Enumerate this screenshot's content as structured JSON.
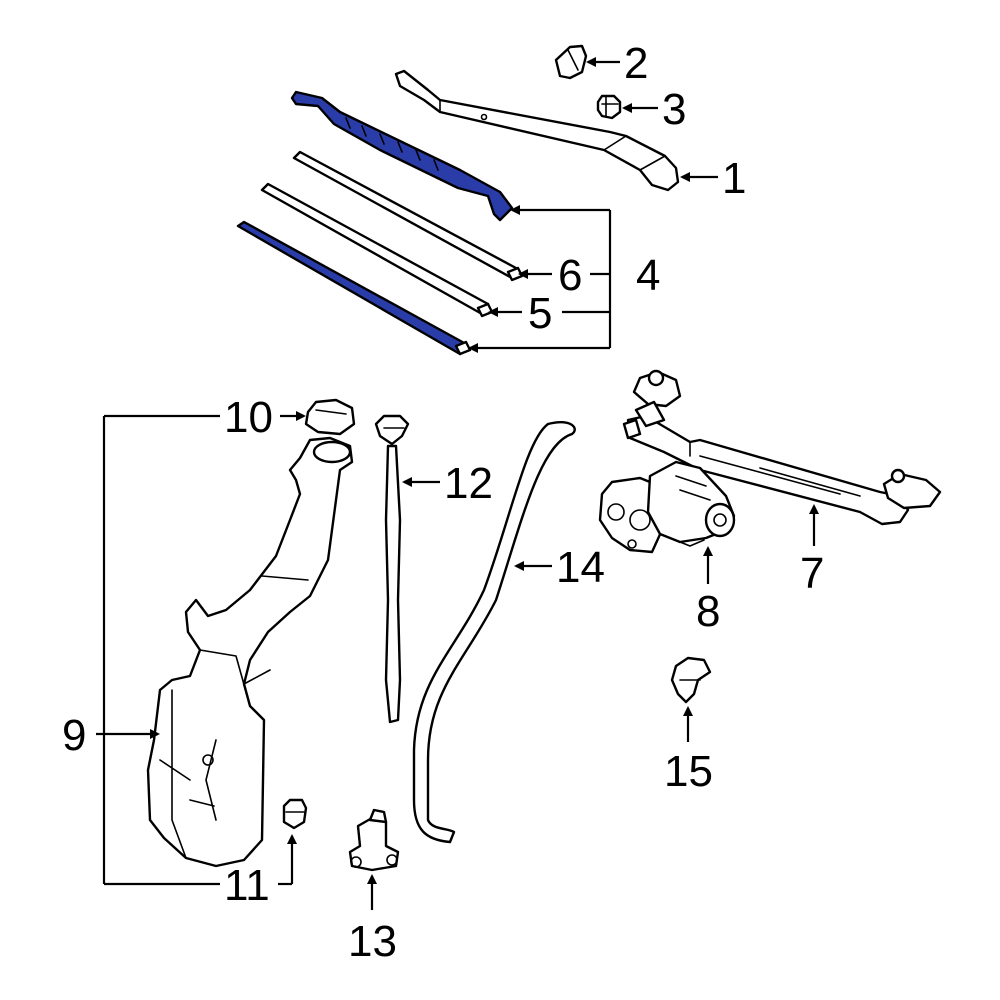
{
  "highlight_color": "#2a3ca8",
  "callouts": {
    "c1": "1",
    "c2": "2",
    "c3": "3",
    "c4": "4",
    "c5": "5",
    "c6": "6",
    "c7": "7",
    "c8": "8",
    "c9": "9",
    "c10": "10",
    "c11": "11",
    "c12": "12",
    "c13": "13",
    "c14": "14",
    "c15": "15"
  },
  "highlighted_parts": [
    "wiper-blade-assembly",
    "wiper-blade-insert-lower"
  ]
}
